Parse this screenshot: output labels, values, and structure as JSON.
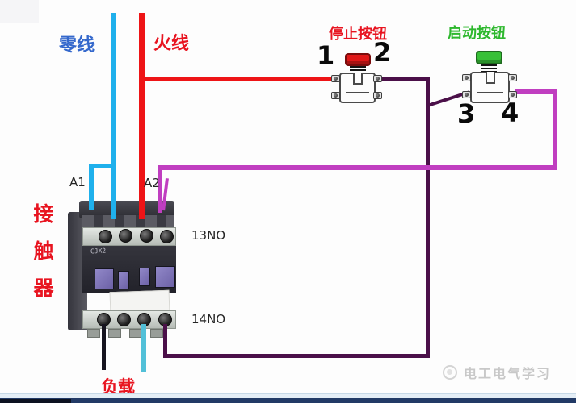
{
  "labels": {
    "neutral_wire": "零线",
    "live_wire": "火线",
    "stop_button": "停止按钮",
    "start_button": "启动按钮",
    "contactor": "接触器",
    "load": "负载",
    "coil_a1": "A1",
    "coil_a2": "A2",
    "aux_13no": "13NO",
    "aux_14no": "14NO",
    "stop_terminal_1": "1",
    "stop_terminal_2": "2",
    "start_terminal_3": "3",
    "start_terminal_4": "4",
    "contactor_marking": "CJX2"
  },
  "watermark": {
    "logo_icon": "circle-logo",
    "text": "电工电气学习"
  },
  "colors": {
    "neutral-blue": "#1fb0ec",
    "live-red": "#ee1416",
    "control-magenta": "#c03ec0",
    "control-darkpurple": "#4b1049",
    "load-black": "#16141f",
    "load-cyan": "#52c0d8",
    "neutral-text": "#3468cc",
    "live-text": "#e81420",
    "start-text": "#2eb82e",
    "stop-cap": "#e01818",
    "start-cap": "#38c038",
    "watermark": "#c8c8c8",
    "bottombar-navy": "#223a66"
  }
}
